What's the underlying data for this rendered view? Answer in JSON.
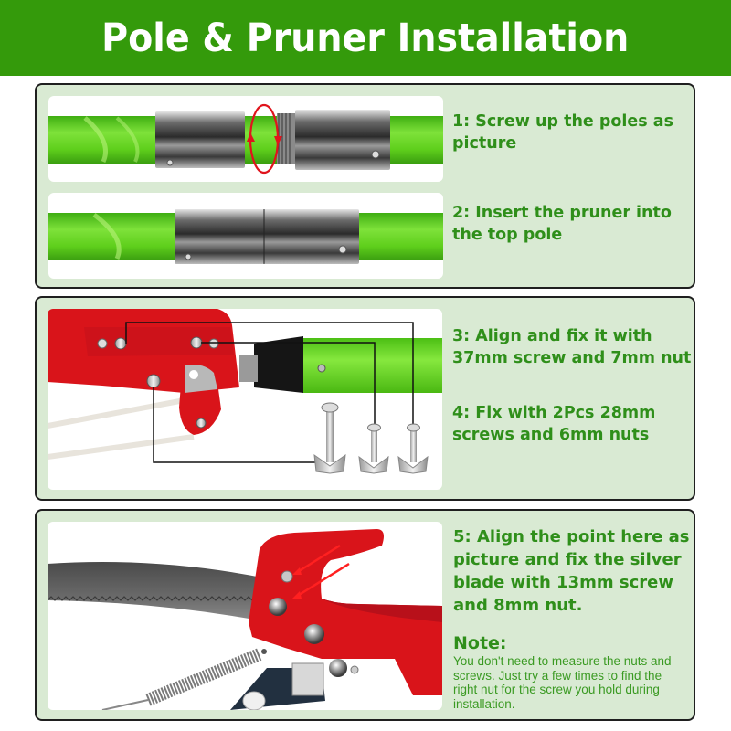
{
  "header": {
    "title": "Pole & Pruner Installation",
    "background_color": "#349a0b",
    "text_color": "#ffffff"
  },
  "panels": [
    {
      "id": "poles",
      "images": [
        {
          "depicts": "two green poles with chrome threaded couplers separated, red rotation arrow indicating screwing"
        },
        {
          "depicts": "two green poles joined at chrome couplers"
        }
      ],
      "steps": [
        {
          "label": "1: Screw up the poles as picture",
          "lines": [
            "1: Screw up the poles as",
            "picture"
          ]
        },
        {
          "label": "2: Insert the pruner into the top pole",
          "lines": [
            "2: Insert the pruner into",
            "the top pole"
          ]
        }
      ]
    },
    {
      "id": "pruner-head",
      "images": [
        {
          "depicts": "red pruner head attached to green pole with black sleeve, three wing-nut bolts with connector lines to holes"
        }
      ],
      "steps": [
        {
          "label": "3: Align and fix it with 37mm screw and 7mm nut",
          "lines": [
            "3: Align and fix it with",
            "37mm screw and 7mm nut"
          ]
        },
        {
          "label": "4: Fix with 2Pcs 28mm screws and 6mm nuts",
          "lines": [
            "4: Fix with 2Pcs 28mm",
            "screws and 6mm nuts"
          ]
        }
      ]
    },
    {
      "id": "saw-blade",
      "images": [
        {
          "depicts": "red pruner head with silver saw blade, red arrows pointing at alignment point and bolt, spring and cutting blade"
        }
      ],
      "steps": [
        {
          "label": "5: Align the point here as picture and fix the silver blade with 13mm screw and 8mm nut.",
          "lines": [
            "5: Align the point here as",
            "picture and fix the silver",
            "blade with 13mm screw",
            "and 8mm nut."
          ]
        }
      ],
      "note": {
        "title": "Note:",
        "lines": [
          "You don't need to measure the nuts and",
          "screws. Just try a few times to find the",
          "right nut for the screw you hold during",
          "installation."
        ]
      }
    }
  ],
  "colors": {
    "panel_bg": "#d9ead3",
    "text_green": "#2f8f1a",
    "pole_green": "#5fd21c",
    "pruner_red": "#d9141a",
    "arrow_red": "#e0141c"
  }
}
